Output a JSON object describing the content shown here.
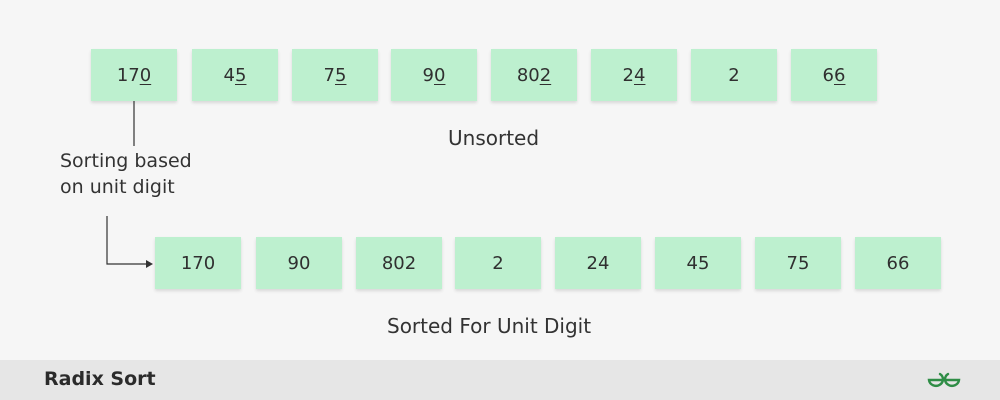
{
  "unsorted": {
    "label": "Unsorted",
    "items": [
      {
        "prefix": "17",
        "digit": "0"
      },
      {
        "prefix": "4",
        "digit": "5"
      },
      {
        "prefix": "7",
        "digit": "5"
      },
      {
        "prefix": "9",
        "digit": "0"
      },
      {
        "prefix": "80",
        "digit": "2"
      },
      {
        "prefix": "2",
        "digit": "4"
      },
      {
        "prefix": "",
        "digit": "2"
      },
      {
        "prefix": "6",
        "digit": "6"
      }
    ]
  },
  "note": {
    "line1": "Sorting based",
    "line2": "on unit digit"
  },
  "sorted": {
    "label": "Sorted For Unit Digit",
    "items": [
      "170",
      "90",
      "802",
      "2",
      "24",
      "45",
      "75",
      "66"
    ]
  },
  "footer": {
    "title": "Radix Sort",
    "logo_icon": "geeksforgeeks-logo-icon",
    "logo_color": "#2f8d46"
  },
  "colors": {
    "box_fill": "#bdf0cf",
    "background": "#f6f6f6",
    "footer_bg": "#e6e6e6"
  }
}
